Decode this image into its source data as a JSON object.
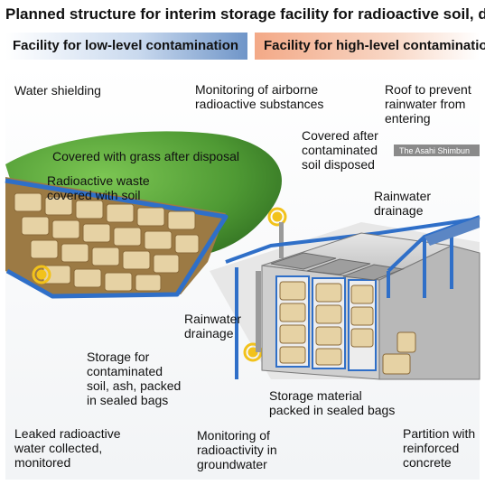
{
  "title": "Planned structure for interim storage facility for radioactive soil, debris",
  "headers": {
    "low": "Facility for low-level contamination",
    "high": "Facility for high-level contamination"
  },
  "credit": "The Asahi Shimbun",
  "labels": {
    "water_shielding": "Water shielding",
    "airborne": "Monitoring of airborne\nradioactive substances",
    "roof": "Roof to prevent\nrainwater from\nentering",
    "grass": "Covered with grass after disposal",
    "covered_after": "Covered after\ncontaminated\nsoil disposed",
    "waste_soil": "Radioactive waste\ncovered with soil",
    "rain_right": "Rainwater\ndrainage",
    "rain_mid": "Rainwater\ndrainage",
    "storage_low": "Storage for\ncontaminated\nsoil, ash, packed\nin sealed bags",
    "storage_material": "Storage material\npacked in sealed bags",
    "leaked": "Leaked radioactive\nwater collected,\nmonitored",
    "groundwater": "Monitoring of\nradioactivity in\ngroundwater",
    "partition": "Partition with\nreinforced\nconcrete"
  },
  "colors": {
    "blue_accent": "#2f6fc8",
    "header_low": "#8fb0d8",
    "header_high": "#e8a27e",
    "grass": "#4f9a34",
    "bag": "#e6d2a4",
    "concrete": "#d8d8d8",
    "soil": "#8a6a3a"
  }
}
